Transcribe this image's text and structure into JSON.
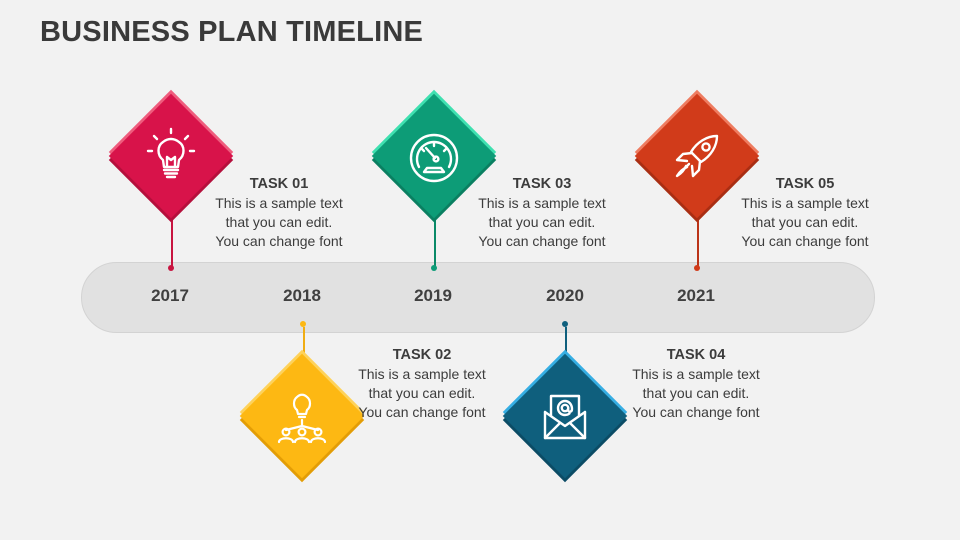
{
  "title": "BUSINESS PLAN TIMELINE",
  "years": [
    "2017",
    "2018",
    "2019",
    "2020",
    "2021"
  ],
  "tasks": [
    {
      "heading": "TASK 01",
      "body": "This is a sample text\nthat you can edit.\nYou can change font",
      "color": "#d8134a",
      "shade": "#b50f3c",
      "edge": "#ef5c7d",
      "icon": "lightbulb-icon"
    },
    {
      "heading": "TASK 02",
      "body": "This is a sample text\nthat you can edit.\nYou can change font",
      "color": "#fdb813",
      "shade": "#e39d06",
      "edge": "#fed25a",
      "icon": "team-idea-icon"
    },
    {
      "heading": "TASK 03",
      "body": "This is a sample text\nthat you can edit.\nYou can change font",
      "color": "#0d9c77",
      "shade": "#0a7f61",
      "edge": "#3fe0b0",
      "icon": "speedometer-icon"
    },
    {
      "heading": "TASK 04",
      "body": "This is a sample text\nthat you can edit.\nYou can change font",
      "color": "#0f5f7d",
      "shade": "#0b4c65",
      "edge": "#36aee3",
      "icon": "email-icon"
    },
    {
      "heading": "TASK 05",
      "body": "This is a sample text\nthat you can edit.\nYou can change font",
      "color": "#d13b1a",
      "shade": "#a92e13",
      "edge": "#ee7c60",
      "icon": "rocket-icon"
    }
  ]
}
